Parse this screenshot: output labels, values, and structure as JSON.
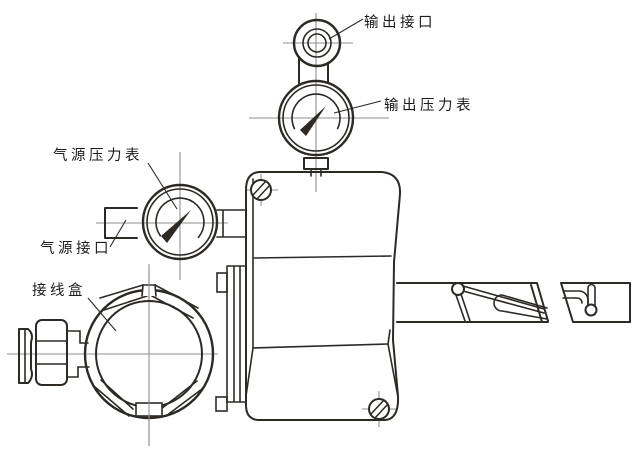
{
  "diagram": {
    "kind": "technical line drawing",
    "labels": {
      "output_port": "输出接口",
      "output_pressure_gauge": "输出压力表",
      "supply_pressure_gauge": "气源压力表",
      "supply_port": "气源接口",
      "junction_box": "接线盒"
    },
    "colors": {
      "background": "#ffffff",
      "line": "#2d2a26",
      "centerline": "#8f8f8f",
      "text": "#1c1c1c"
    }
  }
}
